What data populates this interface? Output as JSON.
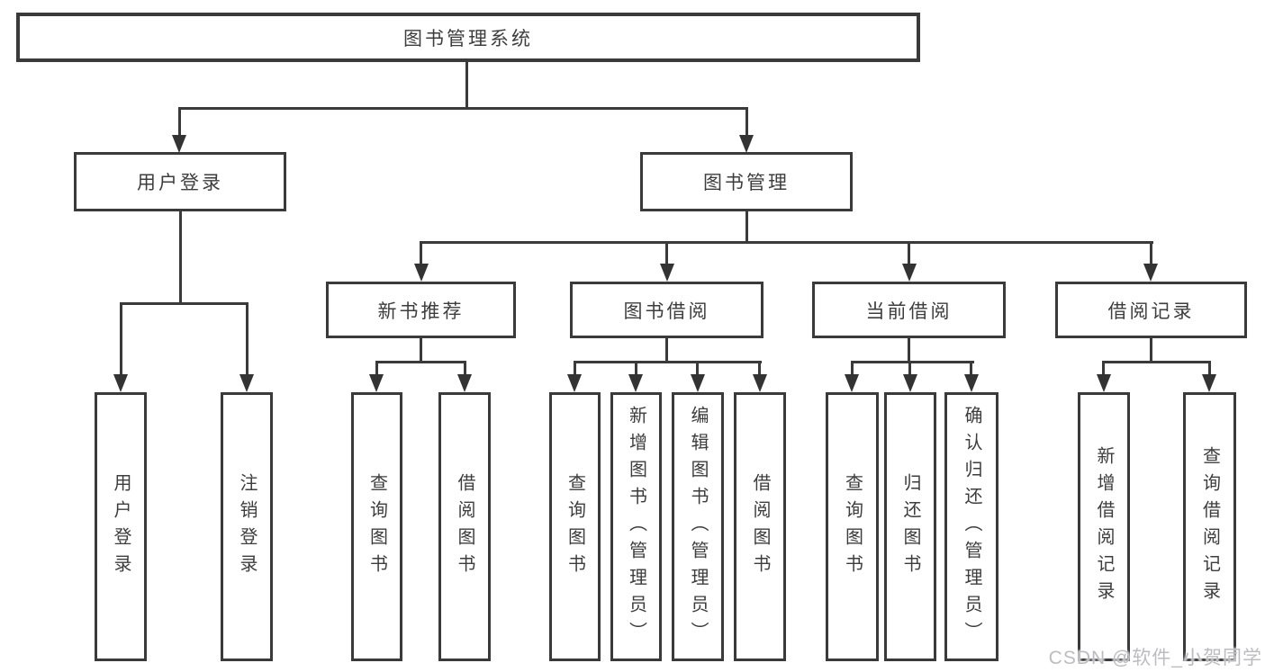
{
  "diagram": {
    "type": "hierarchy-tree",
    "root": {
      "label": "图书管理系统",
      "children": [
        {
          "label": "用户登录",
          "children": [
            {
              "label": "用户登录"
            },
            {
              "label": "注销登录"
            }
          ]
        },
        {
          "label": "图书管理",
          "children": [
            {
              "label": "新书推荐",
              "children": [
                {
                  "label": "查询图书"
                },
                {
                  "label": "借阅图书"
                }
              ]
            },
            {
              "label": "图书借阅",
              "children": [
                {
                  "label": "查询图书"
                },
                {
                  "label": "新增图书（管理员）"
                },
                {
                  "label": "编辑图书（管理员）"
                },
                {
                  "label": "借阅图书"
                }
              ]
            },
            {
              "label": "当前借阅",
              "children": [
                {
                  "label": "查询图书"
                },
                {
                  "label": "归还图书"
                },
                {
                  "label": "确认归还（管理员）"
                }
              ]
            },
            {
              "label": "借阅记录",
              "children": [
                {
                  "label": "新增借阅记录"
                },
                {
                  "label": "查询借阅记录"
                }
              ]
            }
          ]
        }
      ]
    },
    "colors": {
      "line": "#3a3a3a",
      "text": "#3d3d3d",
      "watermark_text": "#bcbcc0"
    }
  },
  "watermark": {
    "text": "CSDN @软件_小贺同学"
  }
}
